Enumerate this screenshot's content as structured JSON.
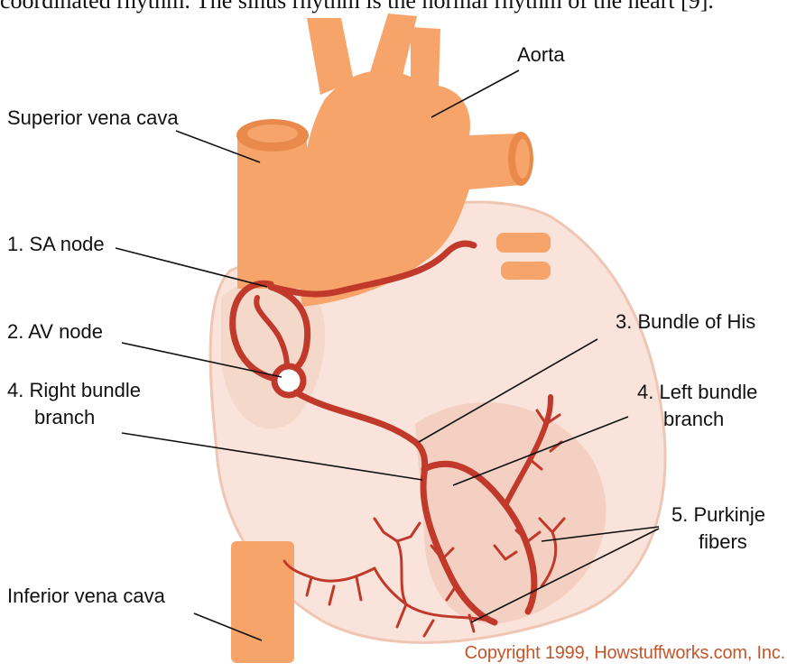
{
  "caption": "coordinated rhythm. The sinus rhythm is the normal rhythm of the heart [9].",
  "labels": {
    "aorta": "Aorta",
    "superior_vena_cava": "Superior vena cava",
    "sa_node": "1. SA node",
    "av_node": "2. AV node",
    "right_bundle_line1": "4. Right bundle",
    "right_bundle_line2": "branch",
    "bundle_of_his": "3. Bundle of His",
    "left_bundle_line1": "4. Left bundle",
    "left_bundle_line2": "branch",
    "purkinje_line1": "5. Purkinje",
    "purkinje_line2": "fibers",
    "inferior_vena_cava": "Inferior  vena cava"
  },
  "copyright": "Copyright 1999, Howstuffworks.com, Inc.",
  "colors": {
    "vessel": "#f6a46a",
    "vessel_dark": "#e98a4c",
    "heart_fill": "#f9e3da",
    "heart_shadow": "#efc6b3",
    "conduction": "#c0392b",
    "leader": "#111111",
    "copyright": "#c2572b"
  }
}
